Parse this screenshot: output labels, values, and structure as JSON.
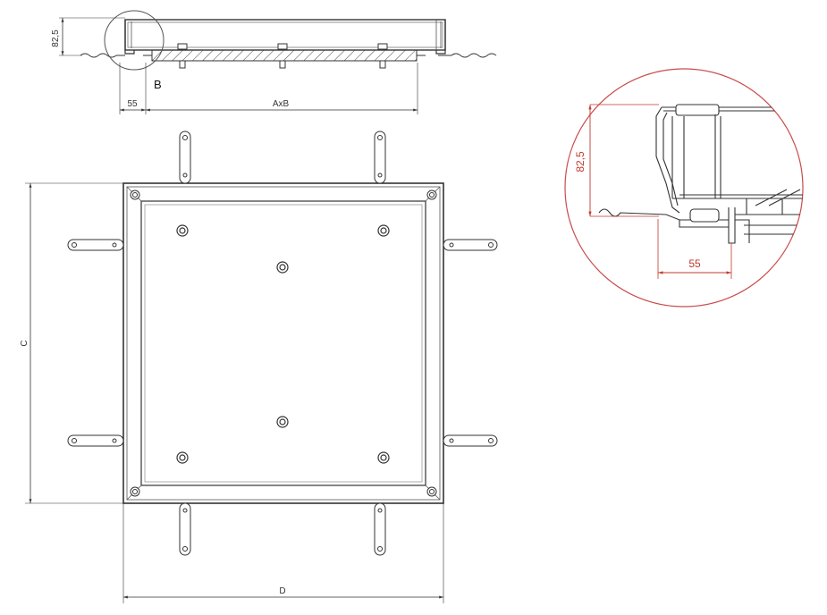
{
  "colors": {
    "line": "#333333",
    "detail_circle": "#c94b4b",
    "detail_dimension": "#c0392b",
    "hatch": "#444444"
  },
  "section_view": {
    "height_dim": "82,5",
    "flange_dim": "55",
    "width_dim": "AxB",
    "detail_marker": "B"
  },
  "plan_view": {
    "height_dim": "C",
    "width_dim": "D"
  },
  "detail_view": {
    "height_dim": "82,5",
    "flange_dim": "55"
  }
}
